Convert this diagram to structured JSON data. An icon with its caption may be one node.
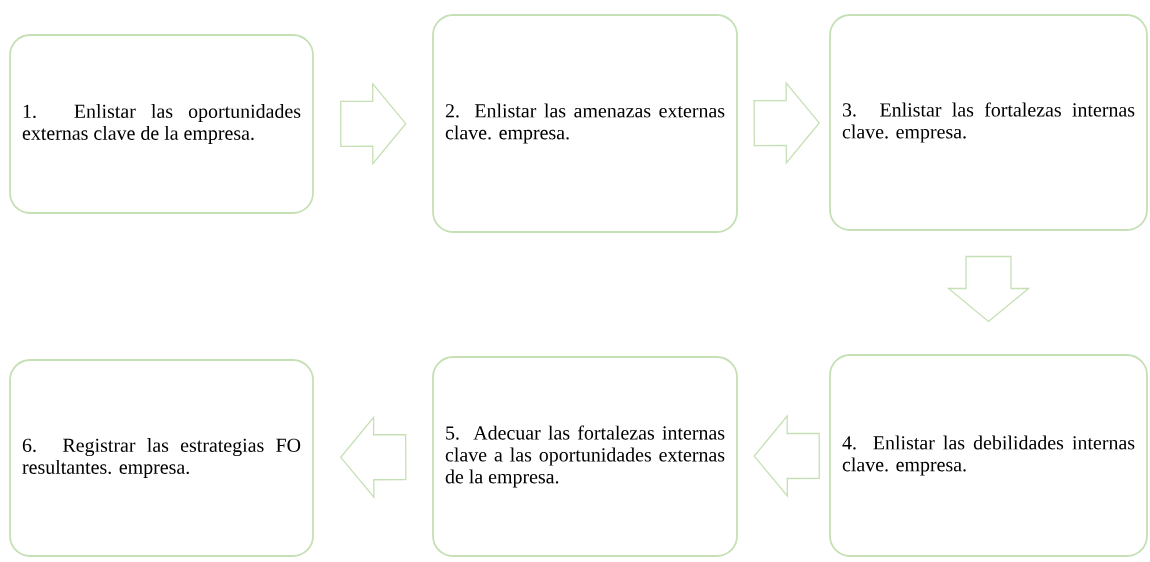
{
  "diagram": {
    "nodes": [
      {
        "text": [
          "1. Enlistar las oportunidades externas clave de la empresa."
        ]
      },
      {
        "text": [
          "2. Enlistar las amenazas externas clave. empresa."
        ]
      },
      {
        "text": [
          "3. Enlistar las fortalezas internas clave. empresa."
        ]
      },
      {
        "text": [
          "4. Enlistar las debilidades internas clave. empresa."
        ]
      },
      {
        "text": [
          "5. Adecuar las fortalezas internas clave a las oportunidades externas de la empresa."
        ]
      },
      {
        "text": [
          "6. Registrar las estrategias FO resultantes. empresa."
        ]
      }
    ],
    "edges": [
      {
        "from": 0,
        "to": 1,
        "arrow": "to"
      },
      {
        "from": 1,
        "to": 2,
        "arrow": "to"
      },
      {
        "from": 2,
        "to": 3,
        "arrow": "to"
      },
      {
        "from": 3,
        "to": 4,
        "arrow": "to"
      },
      {
        "from": 4,
        "to": 5,
        "arrow": "to"
      }
    ]
  }
}
